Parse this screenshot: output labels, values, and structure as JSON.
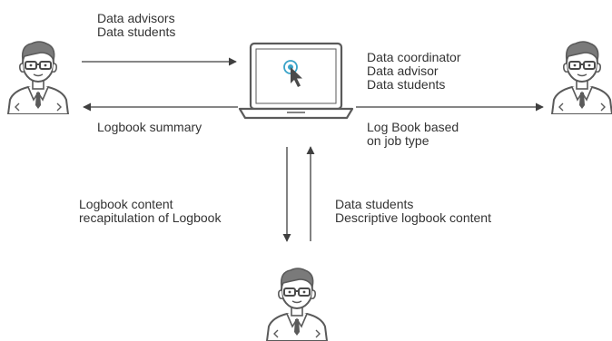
{
  "flows": {
    "to_system": [
      "Data advisors",
      "Data students"
    ],
    "to_left_user": [
      "Logbook summary"
    ],
    "to_right_user": [
      "Data coordinator",
      "Data advisor",
      "Data students"
    ],
    "to_right_user_output": [
      "Log Book based",
      "on job type"
    ],
    "to_bottom_user": [
      "Logbook content",
      "recapitulation of Logbook"
    ],
    "from_bottom_user": [
      "Data students",
      "Descriptive logbook content"
    ]
  },
  "icons": {
    "actor": "user-with-glasses-icon",
    "system": "laptop-icon",
    "pointer": "cursor-click-icon"
  },
  "colors": {
    "line": "#3f3f3f",
    "icon_stroke": "#5a5a5a",
    "screen_accent": "#3aa3c8"
  }
}
